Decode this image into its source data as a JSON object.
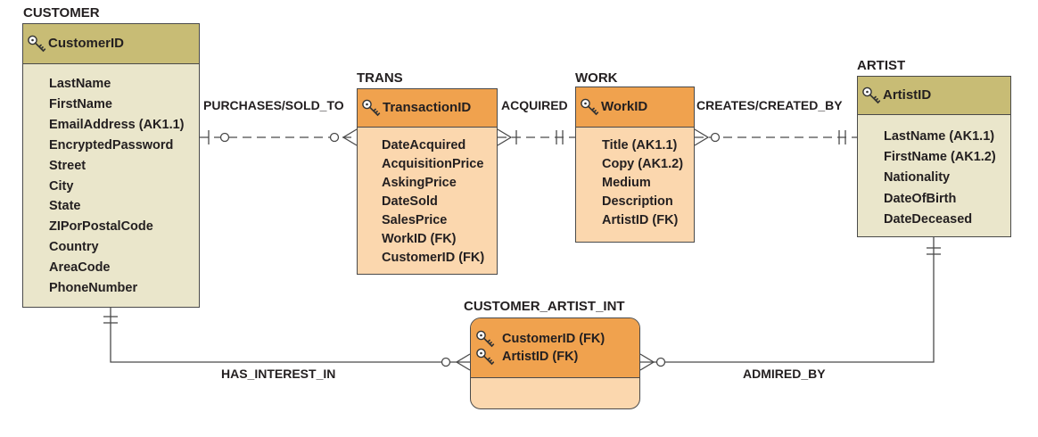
{
  "entities": {
    "customer": {
      "title": "CUSTOMER",
      "key": "CustomerID",
      "attributes": [
        "LastName",
        "FirstName",
        "EmailAddress (AK1.1)",
        "EncryptedPassword",
        "Street",
        "City",
        "State",
        "ZIPorPostalCode",
        "Country",
        "AreaCode",
        "PhoneNumber"
      ]
    },
    "trans": {
      "title": "TRANS",
      "key": "TransactionID",
      "attributes": [
        "DateAcquired",
        "AcquisitionPrice",
        "AskingPrice",
        "DateSold",
        "SalesPrice",
        "WorkID (FK)",
        "CustomerID (FK)"
      ]
    },
    "work": {
      "title": "WORK",
      "key": "WorkID",
      "attributes": [
        "Title (AK1.1)",
        "Copy (AK1.2)",
        "Medium",
        "Description",
        "ArtistID (FK)"
      ]
    },
    "artist": {
      "title": "ARTIST",
      "key": "ArtistID",
      "attributes": [
        "LastName (AK1.1)",
        "FirstName (AK1.2)",
        "Nationality",
        "DateOfBirth",
        "DateDeceased"
      ]
    },
    "customer_artist_int": {
      "title": "CUSTOMER_ARTIST_INT",
      "keys": [
        "CustomerID (FK)",
        "ArtistID (FK)"
      ]
    }
  },
  "relationships": {
    "purchases": "PURCHASES/SOLD_TO",
    "acquired": "ACQUIRED",
    "creates": "CREATES/CREATED_BY",
    "has_interest": "HAS_INTEREST_IN",
    "admired_by": "ADMIRED_BY"
  },
  "colors": {
    "tan_header": "#c8bc75",
    "tan_body": "#eae6cb",
    "orange_header": "#f0a24e",
    "orange_body": "#fbd7ae",
    "line": "#4a4a4a"
  },
  "icons": {
    "key": "key-icon"
  }
}
